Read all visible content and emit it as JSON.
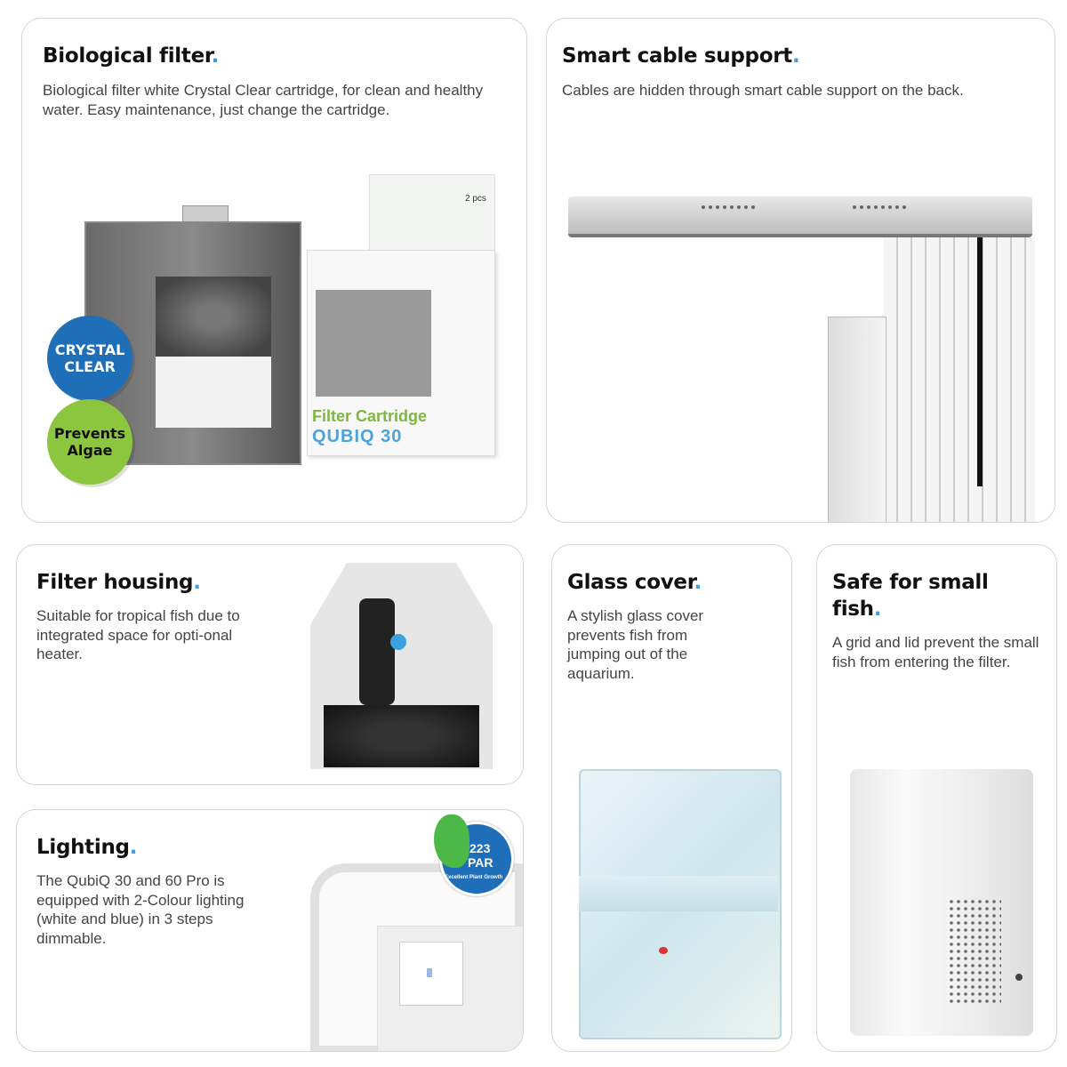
{
  "cards": {
    "bio": {
      "title": "Biological filter",
      "dot": ".",
      "desc": "Biological filter white Crystal Clear cartridge, for clean and healthy water. Easy maintenance, just change the cartridge.",
      "badge_crystal": "CRYSTAL CLEAR",
      "badge_algae": "Prevents Algae",
      "box_label": "Filter Cartridge",
      "box_model": "QUBIQ 30",
      "box_pcs": "2 pcs"
    },
    "cable": {
      "title": "Smart cable support",
      "dot": ".",
      "desc": "Cables are hidden through smart cable support on the back."
    },
    "housing": {
      "title": "Filter housing",
      "dot": ".",
      "desc": "Suitable for tropical fish due to integrated space for opti-onal heater."
    },
    "lighting": {
      "title": "Lighting",
      "dot": ".",
      "desc": "The QubiQ 30 and 60 Pro is equipped with 2-Colour lighting (white and blue) in 3 steps dimmable.",
      "par_value": "223",
      "par_unit": "PAR",
      "par_caption": "Excellent Plant Growth"
    },
    "glass": {
      "title": "Glass cover",
      "dot": ".",
      "desc": "A stylish glass cover prevents fish from jumping out of the aquarium."
    },
    "safe": {
      "title": "Safe for small fish",
      "dot": ".",
      "desc": "A grid and lid prevent the small fish from entering the filter."
    }
  },
  "colors": {
    "accent": "#3aa0e0",
    "crystal": "#1f6fb8",
    "algae": "#8cc63f"
  }
}
